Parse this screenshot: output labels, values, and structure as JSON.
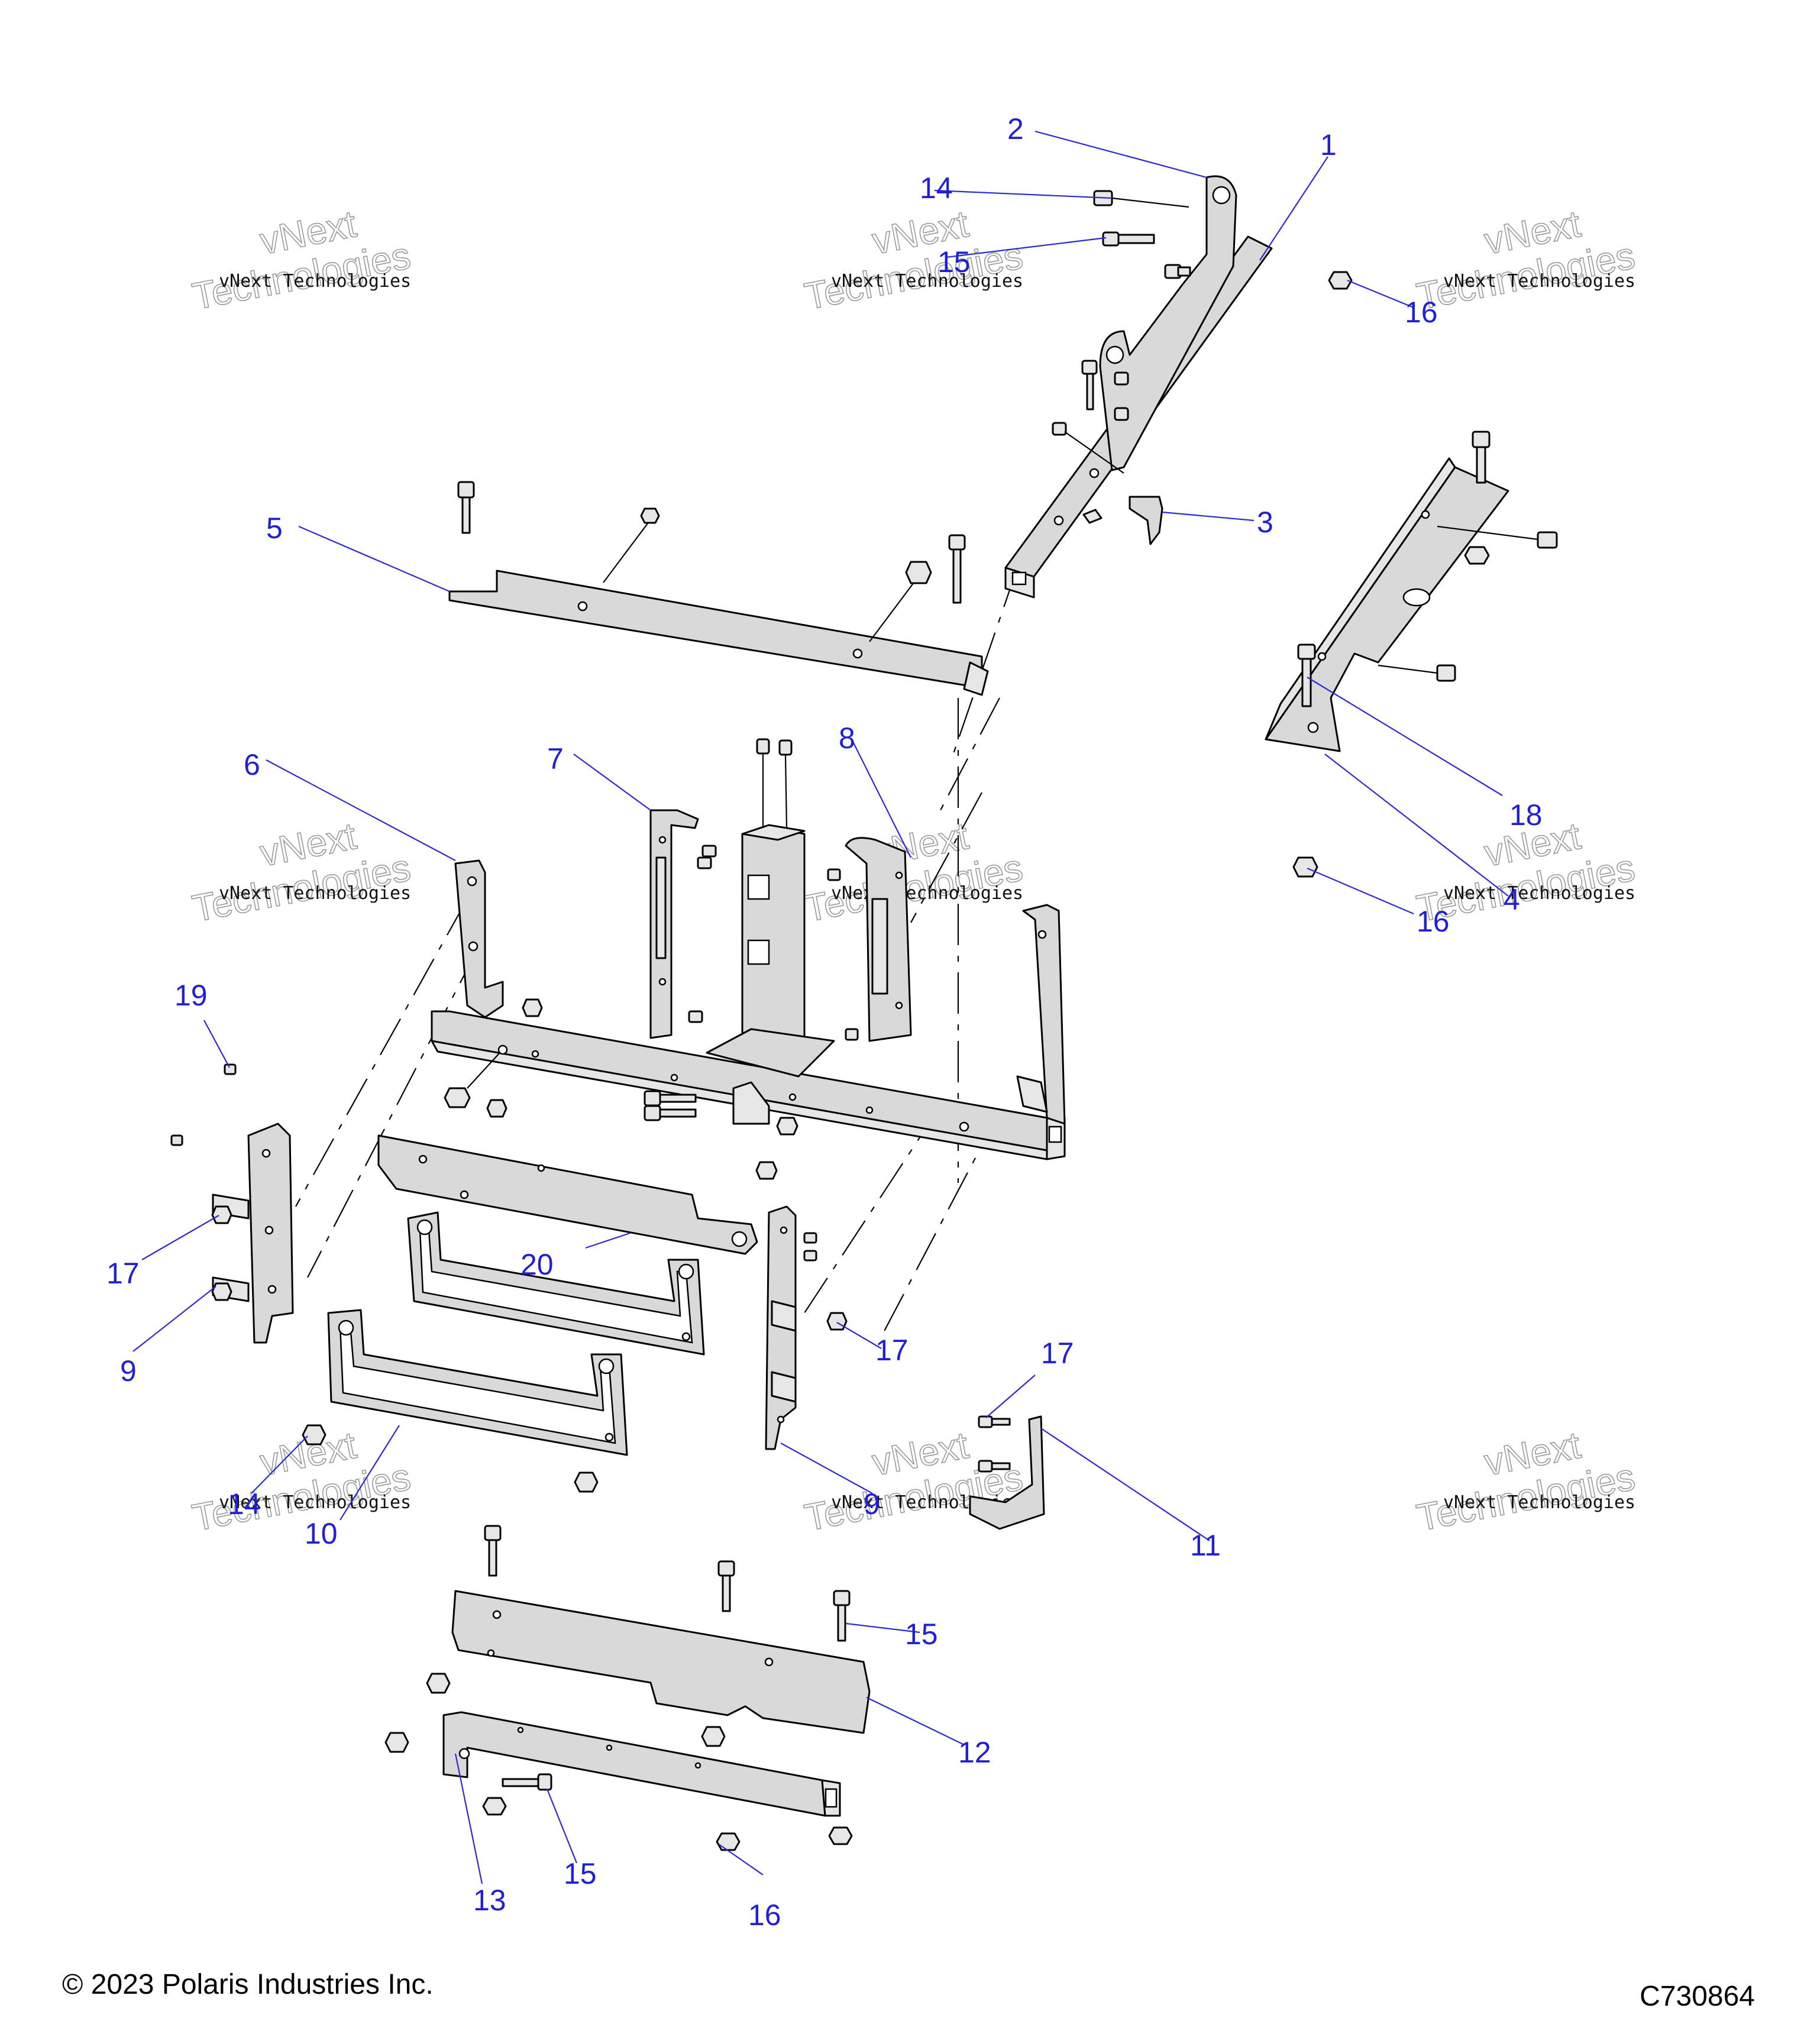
{
  "callouts": [
    {
      "label": "1"
    },
    {
      "label": "2"
    },
    {
      "label": "3"
    },
    {
      "label": "4"
    },
    {
      "label": "5"
    },
    {
      "label": "6"
    },
    {
      "label": "7"
    },
    {
      "label": "8"
    },
    {
      "label": "9"
    },
    {
      "label": "9"
    },
    {
      "label": "10"
    },
    {
      "label": "11"
    },
    {
      "label": "12"
    },
    {
      "label": "13"
    },
    {
      "label": "14"
    },
    {
      "label": "14"
    },
    {
      "label": "15"
    },
    {
      "label": "15"
    },
    {
      "label": "15"
    },
    {
      "label": "16"
    },
    {
      "label": "16"
    },
    {
      "label": "16"
    },
    {
      "label": "17"
    },
    {
      "label": "17"
    },
    {
      "label": "17"
    },
    {
      "label": "18"
    },
    {
      "label": "19"
    },
    {
      "label": "20"
    }
  ],
  "watermark": {
    "text": "vNext Technologies",
    "big_top": "vNext",
    "big_bottom": "Technologies"
  },
  "footer": {
    "copyright": "© 2023 Polaris Industries Inc.",
    "drawing_number": "C730864"
  },
  "colors": {
    "callout": "#1f1fd6",
    "part_fill": "#d9d9d9",
    "outline": "#000000"
  }
}
